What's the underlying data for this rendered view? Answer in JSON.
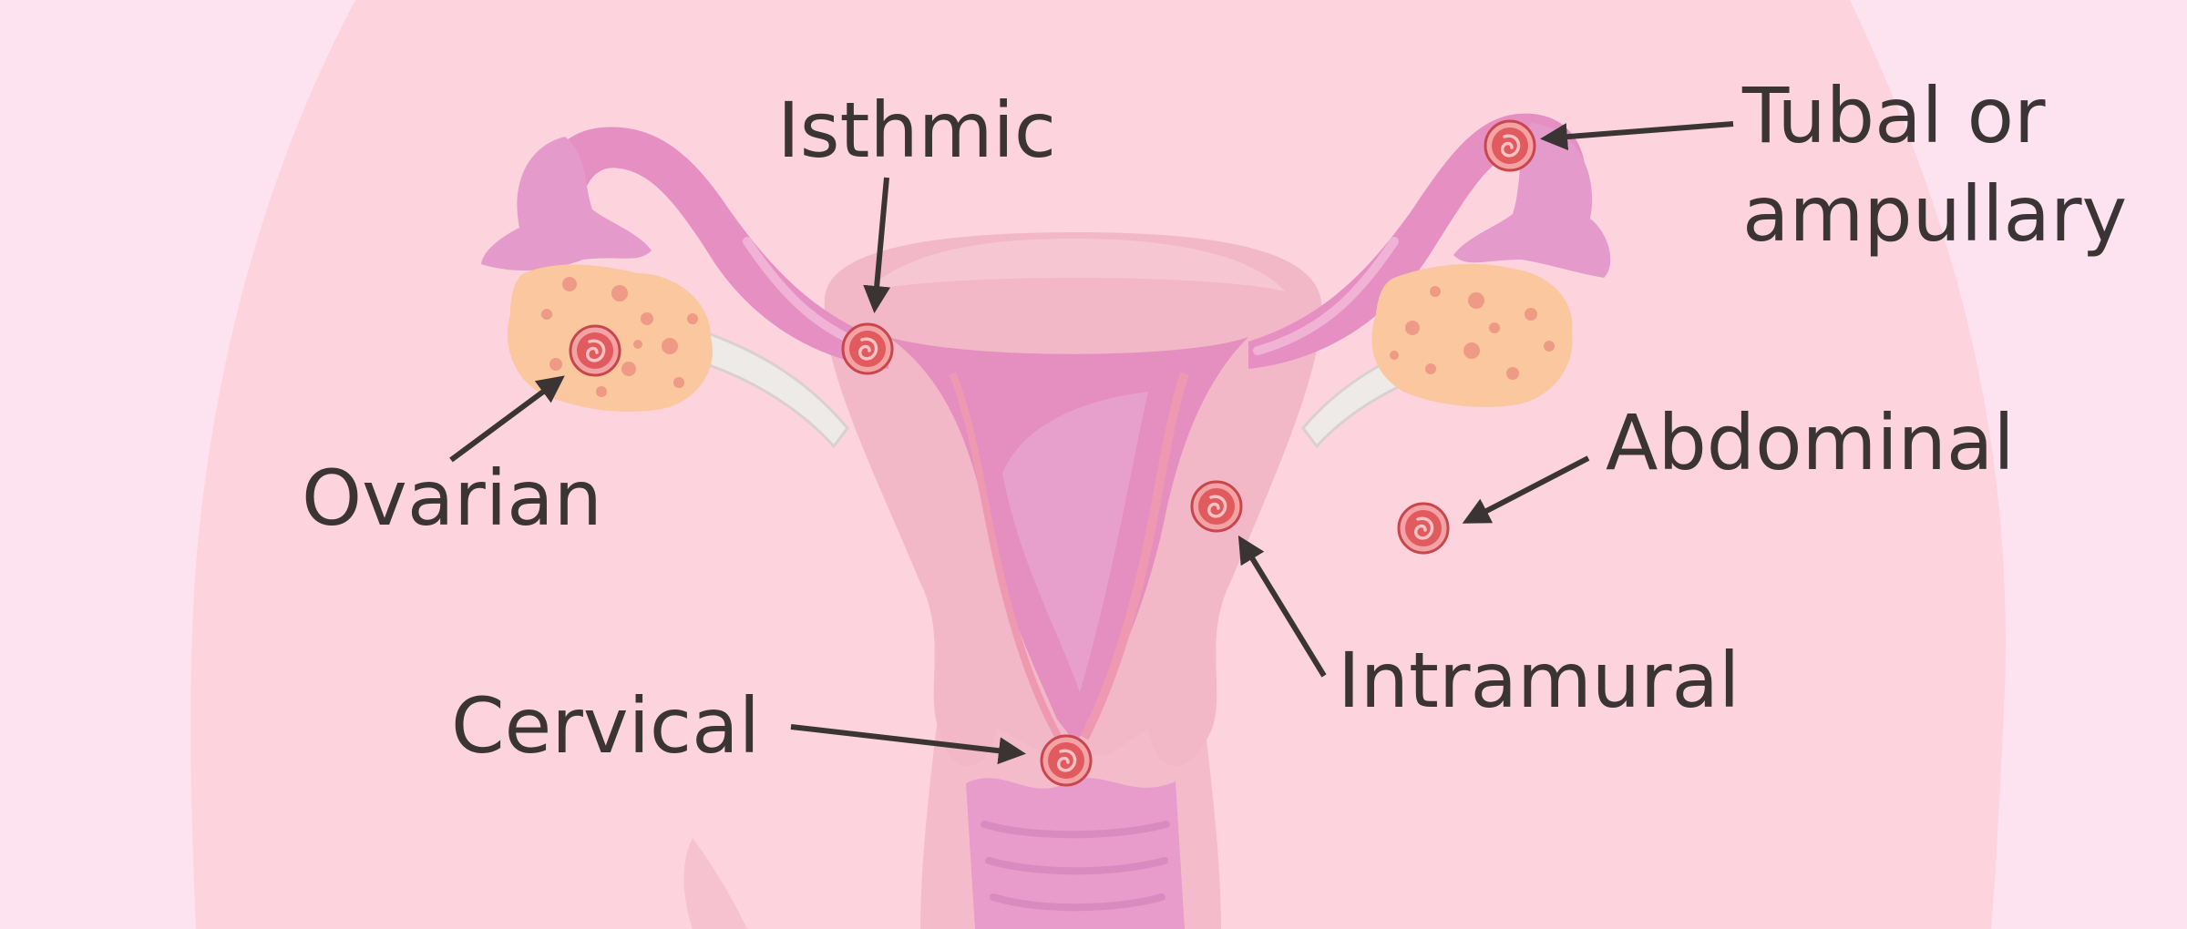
{
  "labels": {
    "isthmic": "Isthmic",
    "tubal_line1": "Tubal or",
    "tubal_line2": "ampullary",
    "ovarian": "Ovarian",
    "abdominal": "Abdominal",
    "intramural": "Intramural",
    "cervical": "Cervical"
  },
  "colors": {
    "background": "#fde3ef",
    "body_silhouette": "#fdd3dd",
    "uterus_outer": "#f2b8c7",
    "uterus_cavity": "#e48fbf",
    "tube": "#e58fc3",
    "ovary": "#fac79e",
    "embryo": "#e05a5e",
    "text": "#3a3434"
  }
}
